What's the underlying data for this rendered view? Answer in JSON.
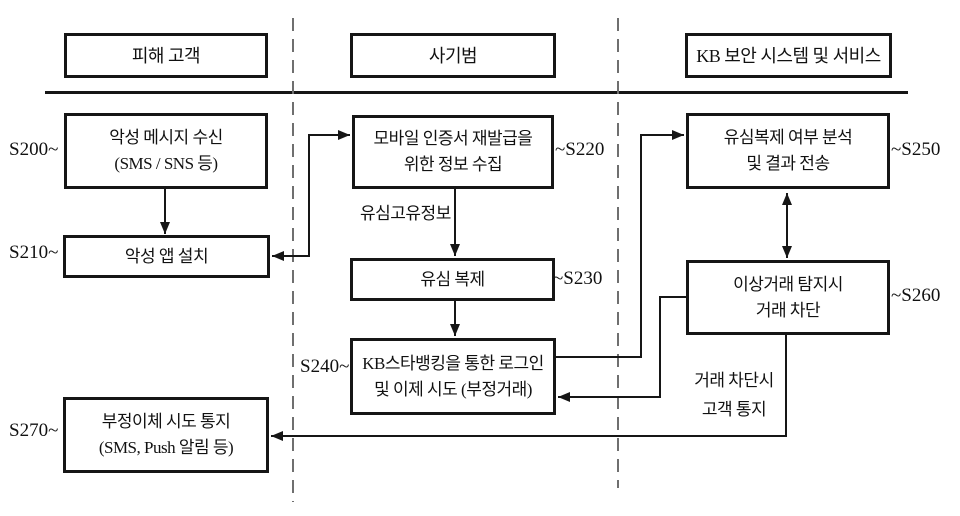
{
  "diagram": {
    "lanes": [
      {
        "header": "피해 고객"
      },
      {
        "header": "사기범"
      },
      {
        "header": "KB 보안 시스템 및 서비스"
      }
    ],
    "nodes": {
      "s200": {
        "step": "S200~",
        "line1": "악성 메시지 수신",
        "line2": "(SMS / SNS 등)"
      },
      "s210": {
        "step": "S210~",
        "line1": "악성 앱 설치"
      },
      "s220": {
        "step": "~S220",
        "line1": "모바일 인증서 재발급을",
        "line2": "위한 정보 수집"
      },
      "s230": {
        "step": "~S230",
        "line1": "유심 복제"
      },
      "s240": {
        "step": "S240~",
        "line1": "KB스타뱅킹을 통한 로그인",
        "line2": "및 이제 시도 (부정거래)"
      },
      "s250": {
        "step": "~S250",
        "line1": "유심복제 여부 분석",
        "line2": "및 결과 전송"
      },
      "s260": {
        "step": "~S260",
        "line1": "이상거래 탐지시",
        "line2": "거래 차단"
      },
      "s270": {
        "step": "S270~",
        "line1": "부정이체 시도 통지",
        "line2": "(SMS, Push 알림 등)"
      }
    },
    "edge_labels": {
      "usim_info": "유심고유정보",
      "block_notice_line1": "거래 차단시",
      "block_notice_line2": "고객 통지"
    },
    "colors": {
      "line": "#161616",
      "dashed_divider": "#6f6f6f",
      "background": "#ffffff"
    }
  }
}
